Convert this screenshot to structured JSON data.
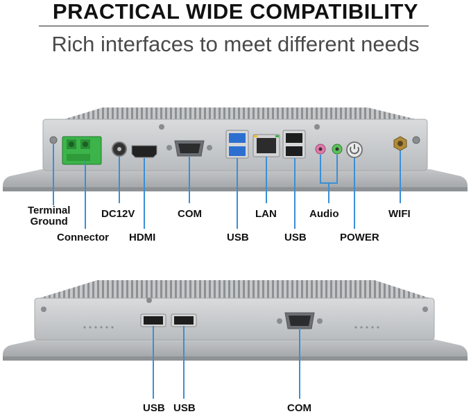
{
  "header": {
    "title": "PRACTICAL WIDE COMPATIBILITY",
    "subtitle": "Rich interfaces to meet different needs"
  },
  "top_panel": {
    "labels": {
      "terminal_ground": "Terminal\nGround",
      "connector": "Connector",
      "dc12v": "DC12V",
      "hdmi": "HDMI",
      "com": "COM",
      "usb_left": "USB",
      "lan": "LAN",
      "usb_right": "USB",
      "audio": "Audio",
      "power": "POWER",
      "wifi": "WIFI"
    }
  },
  "bottom_panel": {
    "labels": {
      "usb_1": "USB",
      "usb_2": "USB",
      "com": "COM"
    }
  },
  "colors": {
    "callout_line": "#3a8fd6",
    "chassis": "#c9cbcd",
    "terminal_block": "#3cb44a"
  }
}
